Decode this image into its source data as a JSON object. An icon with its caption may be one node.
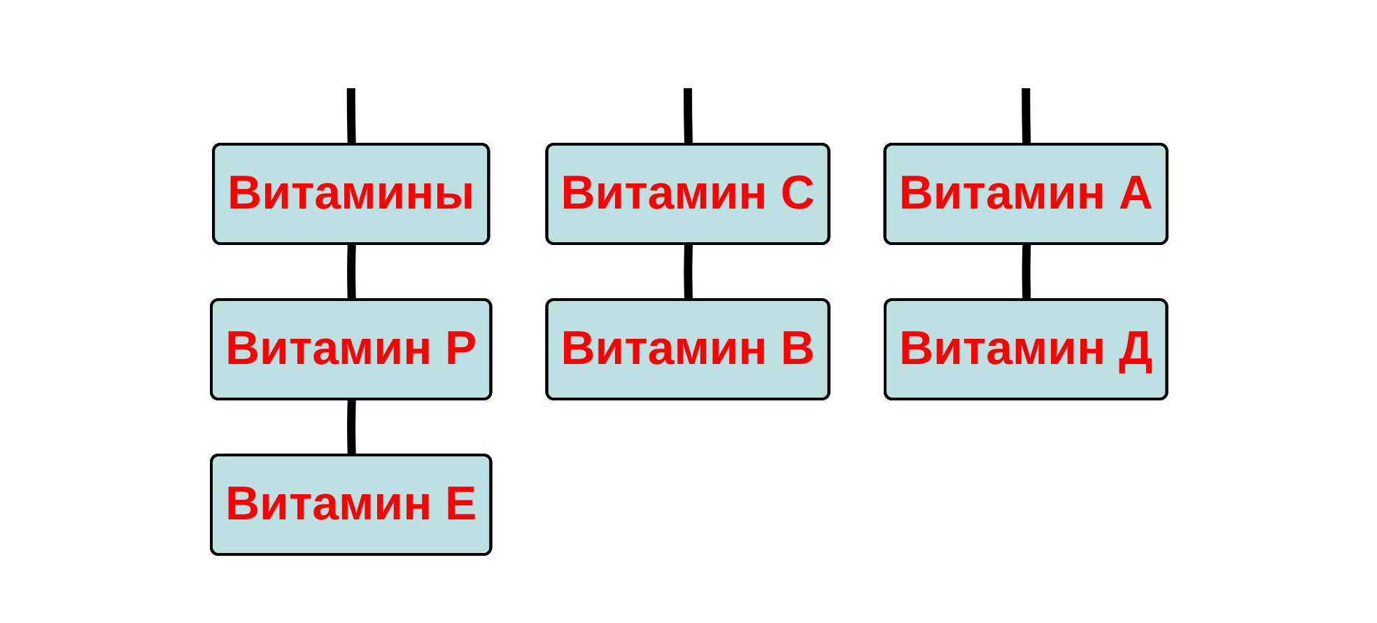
{
  "diagram": {
    "nodes": [
      {
        "text": [
          "Витамины"
        ]
      },
      {
        "text": [
          "Витамин С"
        ]
      },
      {
        "text": [
          "Витамин Р"
        ]
      },
      {
        "text": [
          "Витамин А"
        ]
      },
      {
        "text": [
          "Витамин В"
        ]
      },
      {
        "text": [
          "Витамин Е"
        ]
      },
      {
        "text": [
          "Витамин Д"
        ]
      }
    ],
    "edges": [
      {
        "from": null,
        "to": 0,
        "arrow": "none"
      },
      {
        "from": null,
        "to": 1,
        "arrow": "none"
      },
      {
        "from": null,
        "to": 3,
        "arrow": "none"
      },
      {
        "from": 0,
        "to": 2,
        "arrow": "none"
      },
      {
        "from": 1,
        "to": 4,
        "arrow": "none"
      },
      {
        "from": 2,
        "to": 5,
        "arrow": "none"
      },
      {
        "from": 3,
        "to": 6,
        "arrow": "none"
      }
    ]
  }
}
